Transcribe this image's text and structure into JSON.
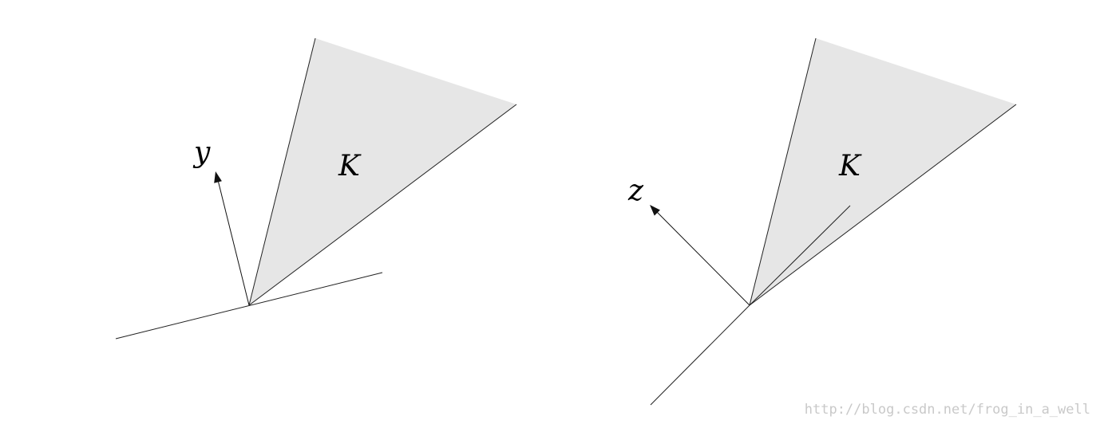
{
  "left_panel": {
    "cone_label": "K",
    "vector_label": "y"
  },
  "right_panel": {
    "cone_label": "K",
    "vector_label": "z"
  },
  "watermark": "http://blog.csdn.net/frog_in_a_well",
  "colors": {
    "cone_fill": "#e6e6e6",
    "line": "#222222",
    "background": "#ffffff"
  }
}
